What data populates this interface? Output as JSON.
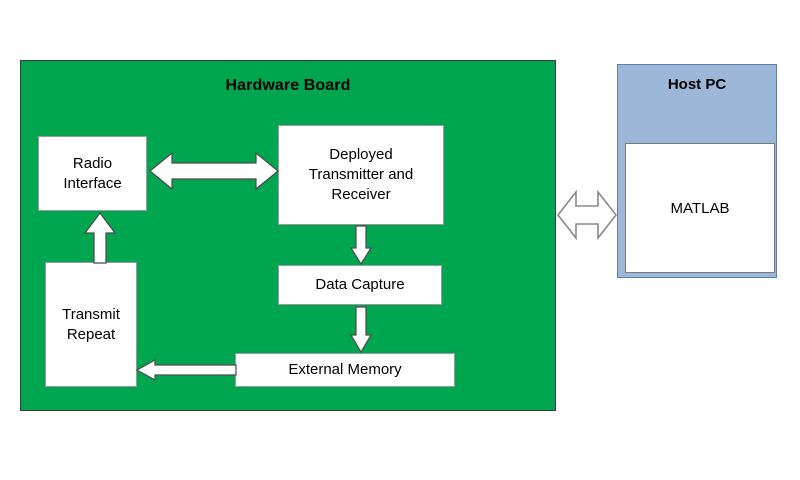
{
  "diagram": {
    "type": "block-diagram",
    "title": "Hardware Board and Host PC data capture workflow",
    "background_color": "#FFFFFF"
  },
  "board": {
    "title": "Hardware Board",
    "fill_color": "#00A550",
    "border_color": "#3A3A3A",
    "nodes": [
      {
        "id": "radio",
        "label": "Radio Interface",
        "lines": [
          "Radio",
          "Interface"
        ],
        "fill_color": "#FFFFFF"
      },
      {
        "id": "deployed",
        "label": "Deployed Transmitter and Receiver",
        "lines": [
          "Deployed",
          "Transmitter and",
          "Receiver"
        ],
        "fill_color": "#FFFFFF"
      },
      {
        "id": "transmit",
        "label": "Transmit Repeat",
        "lines": [
          "Transmit",
          "Repeat"
        ],
        "fill_color": "#FFFFFF"
      },
      {
        "id": "datacapture",
        "label": "Data Capture",
        "lines": [
          "Data Capture"
        ],
        "fill_color": "#FFFFFF"
      },
      {
        "id": "extmemory",
        "label": "External Memory",
        "lines": [
          "External Memory"
        ],
        "fill_color": "#FFFFFF"
      }
    ]
  },
  "host_pc": {
    "title": "Host PC",
    "fill_color": "#9DB7D9",
    "border_color": "#5B7FB0",
    "nodes": [
      {
        "id": "matlab",
        "label": "MATLAB",
        "fill_color": "#FFFFFF"
      }
    ]
  },
  "connections": [
    {
      "id": "radio-deployed",
      "from": "radio",
      "to": "deployed",
      "direction": "bidirectional",
      "orientation": "horizontal",
      "style": "block-arrow-solid"
    },
    {
      "id": "transmit-radio",
      "from": "transmit",
      "to": "radio",
      "direction": "up",
      "orientation": "vertical",
      "style": "block-arrow-solid"
    },
    {
      "id": "deployed-datacapture",
      "from": "deployed",
      "to": "datacapture",
      "direction": "down",
      "orientation": "vertical",
      "style": "block-arrow-solid"
    },
    {
      "id": "datacapture-extmemory",
      "from": "datacapture",
      "to": "extmemory",
      "direction": "down",
      "orientation": "vertical",
      "style": "block-arrow-solid"
    },
    {
      "id": "extmemory-transmit",
      "from": "extmemory",
      "to": "transmit",
      "direction": "left",
      "orientation": "horizontal",
      "style": "block-arrow-solid"
    },
    {
      "id": "board-hostpc",
      "from": "board",
      "to": "host_pc",
      "direction": "bidirectional",
      "orientation": "horizontal",
      "style": "block-arrow-outline"
    }
  ]
}
